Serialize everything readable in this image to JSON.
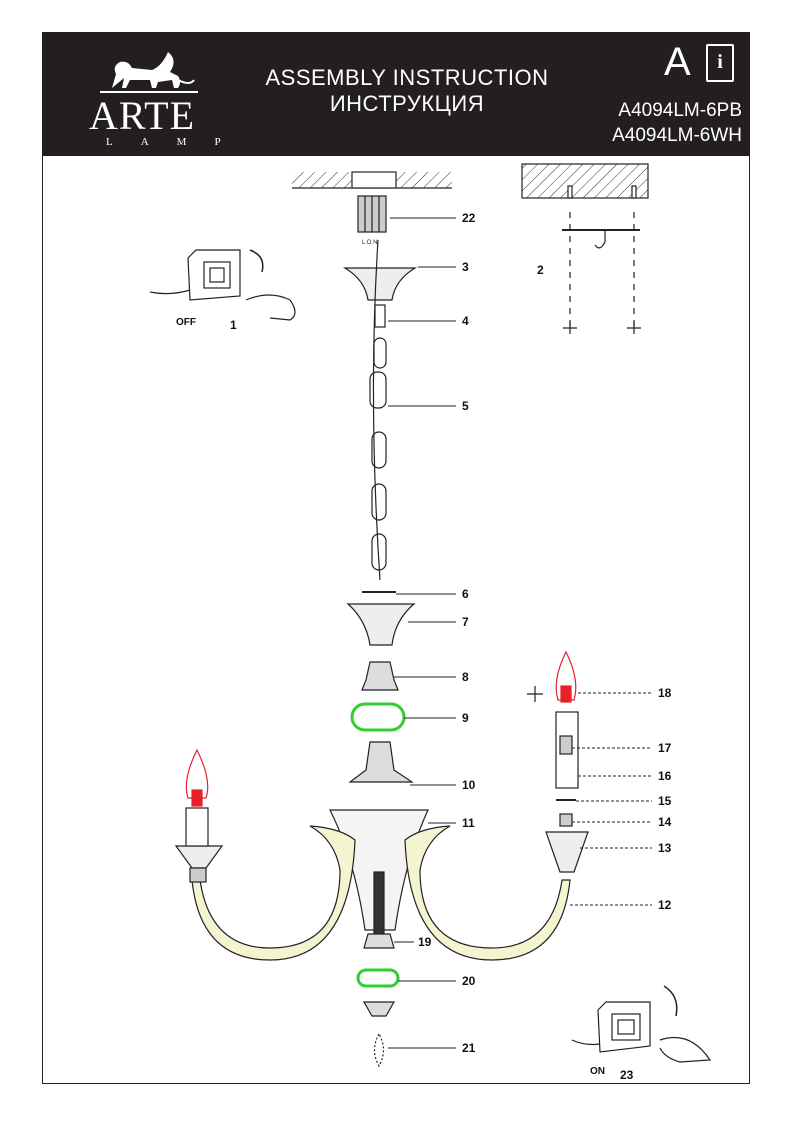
{
  "header": {
    "brand": "ARTE",
    "brand_sub": "LAMP",
    "title_en": "ASSEMBLY  INSTRUCTION",
    "title_ru": "ИНСТРУКЦИЯ",
    "class_letter": "A",
    "info_icon": "i",
    "models": [
      "A4094LM-6PB",
      "A4094LM-6WH"
    ]
  },
  "switch_off": {
    "state": "OFF",
    "step": "1"
  },
  "switch_on": {
    "state": "ON",
    "step": "23"
  },
  "mount_step": "2",
  "wire_labels": "L O N",
  "callouts": [
    "22",
    "3",
    "4",
    "5",
    "6",
    "7",
    "8",
    "9",
    "10",
    "11",
    "19",
    "20",
    "21",
    "18",
    "17",
    "16",
    "15",
    "14",
    "13",
    "12"
  ],
  "colors": {
    "header_bg": "#231f20",
    "bulb": "#e8202a",
    "ring": "#33cc33",
    "arm": "#f4f4d0"
  }
}
